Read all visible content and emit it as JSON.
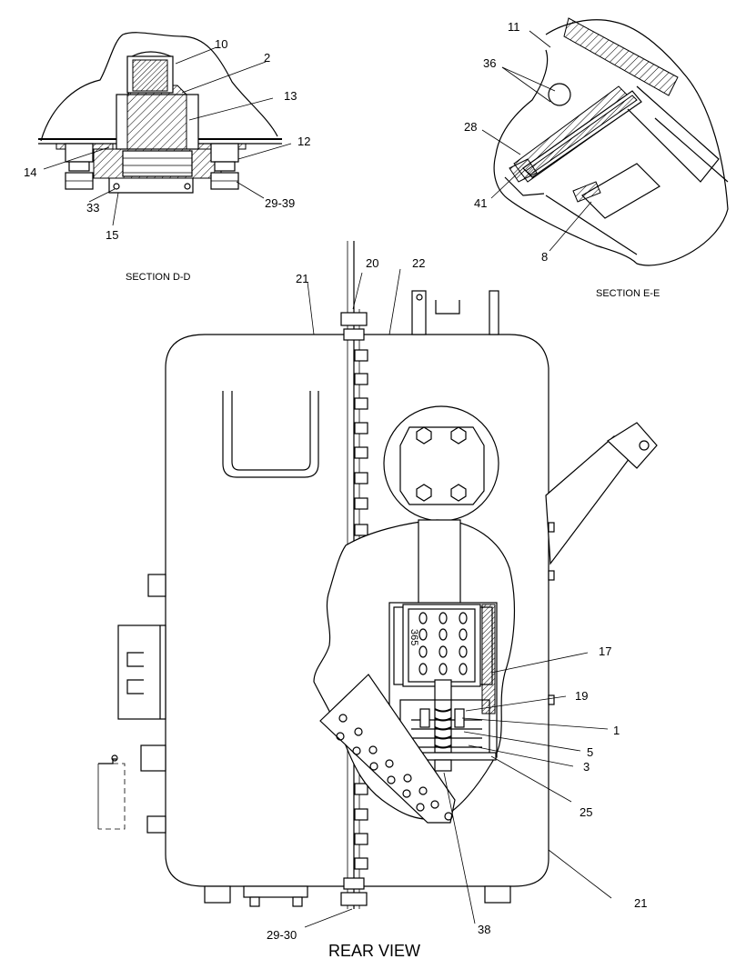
{
  "callouts": {
    "c10": "10",
    "c2": "2",
    "c13": "13",
    "c12": "12",
    "c14": "14",
    "c33": "33",
    "c2939": "29-39",
    "c15": "15",
    "c11": "11",
    "c36": "36",
    "c28": "28",
    "c41": "41",
    "c8": "8",
    "c21top": "21",
    "c20": "20",
    "c22": "22",
    "c17": "17",
    "c19": "19",
    "c1": "1",
    "c5": "5",
    "c3": "3",
    "c25": "25",
    "c21bottom": "21",
    "c2930": "29-30",
    "c38": "38"
  },
  "captions": {
    "section_dd": "SECTION D-D",
    "section_ee": "SECTION E-E",
    "rear_view": "REAR VIEW"
  },
  "tag": {
    "vertical_text": "365"
  },
  "colors": {
    "ink": "#000000",
    "paper": "#ffffff"
  }
}
